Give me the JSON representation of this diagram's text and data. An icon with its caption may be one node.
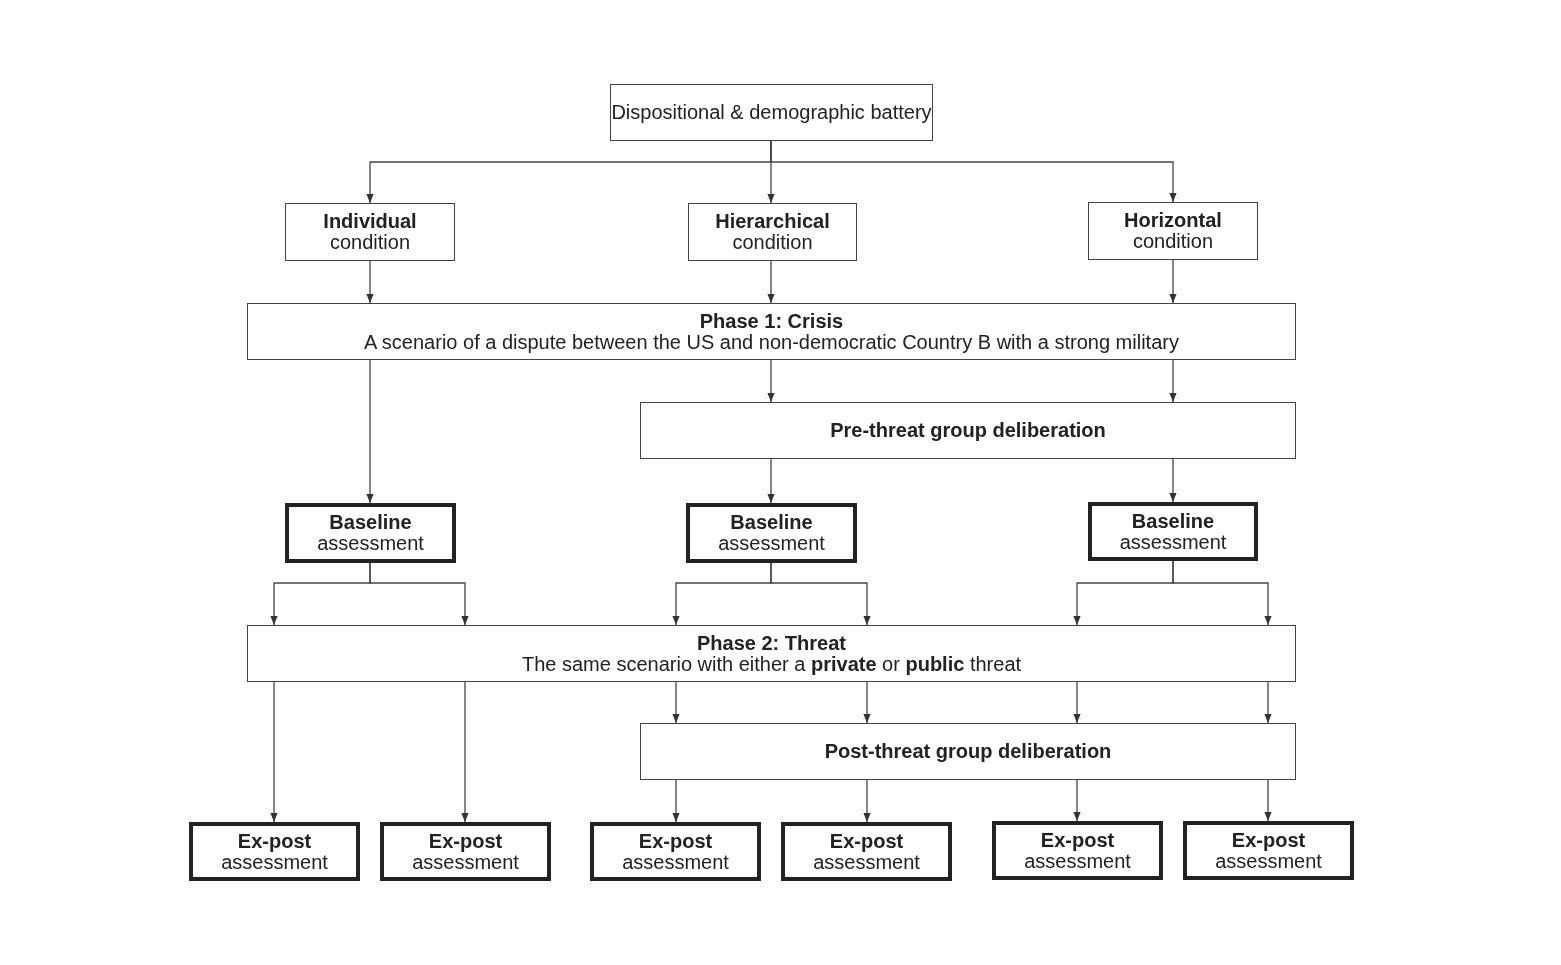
{
  "diagram": {
    "nodes": [
      {
        "text": [
          "Dispositional & demographic battery"
        ]
      },
      {
        "text": [
          "Individual",
          "condition"
        ]
      },
      {
        "text": [
          "Hierarchical",
          "condition"
        ]
      },
      {
        "text": [
          "Horizontal",
          "condition"
        ]
      },
      {
        "text": [
          "Phase 1: Crisis",
          "A scenario of a dispute between the US and non-democratic Country B with a strong military"
        ]
      },
      {
        "text": [
          "Pre-threat group deliberation"
        ]
      },
      {
        "text": [
          "Baseline",
          "assessment"
        ]
      },
      {
        "text": [
          "Baseline",
          "assessment"
        ]
      },
      {
        "text": [
          "Baseline",
          "assessment"
        ]
      },
      {
        "text": [
          "Phase 2: Threat",
          "The same scenario with either a **private** or **public** threat"
        ]
      },
      {
        "text": [
          "Post-threat group deliberation"
        ]
      },
      {
        "text": [
          "Ex-post",
          "assessment"
        ]
      },
      {
        "text": [
          "Ex-post",
          "assessment"
        ]
      },
      {
        "text": [
          "Ex-post",
          "assessment"
        ]
      },
      {
        "text": [
          "Ex-post",
          "assessment"
        ]
      },
      {
        "text": [
          "Ex-post",
          "assessment"
        ]
      },
      {
        "text": [
          "Ex-post",
          "assessment"
        ]
      }
    ],
    "edges": [
      {
        "from": 0,
        "to": 1,
        "arrow": "to"
      },
      {
        "from": 0,
        "to": 2,
        "arrow": "to"
      },
      {
        "from": 0,
        "to": 3,
        "arrow": "to"
      },
      {
        "from": 1,
        "to": 4,
        "arrow": "to"
      },
      {
        "from": 2,
        "to": 4,
        "arrow": "to"
      },
      {
        "from": 3,
        "to": 4,
        "arrow": "to"
      },
      {
        "from": 4,
        "to": 6,
        "arrow": "to"
      },
      {
        "from": 4,
        "to": 5,
        "arrow": "to"
      },
      {
        "from": 4,
        "to": 5,
        "arrow": "to"
      },
      {
        "from": 5,
        "to": 7,
        "arrow": "to"
      },
      {
        "from": 5,
        "to": 8,
        "arrow": "to"
      },
      {
        "from": 6,
        "to": 9,
        "arrow": "to"
      },
      {
        "from": 6,
        "to": 9,
        "arrow": "to"
      },
      {
        "from": 7,
        "to": 9,
        "arrow": "to"
      },
      {
        "from": 7,
        "to": 9,
        "arrow": "to"
      },
      {
        "from": 8,
        "to": 9,
        "arrow": "to"
      },
      {
        "from": 8,
        "to": 9,
        "arrow": "to"
      },
      {
        "from": 9,
        "to": 11,
        "arrow": "to"
      },
      {
        "from": 9,
        "to": 12,
        "arrow": "to"
      },
      {
        "from": 9,
        "to": 10,
        "arrow": "to"
      },
      {
        "from": 9,
        "to": 10,
        "arrow": "to"
      },
      {
        "from": 9,
        "to": 10,
        "arrow": "to"
      },
      {
        "from": 9,
        "to": 10,
        "arrow": "to"
      },
      {
        "from": 10,
        "to": 13,
        "arrow": "to"
      },
      {
        "from": 10,
        "to": 14,
        "arrow": "to"
      },
      {
        "from": 10,
        "to": 15,
        "arrow": "to"
      },
      {
        "from": 10,
        "to": 16,
        "arrow": "to"
      }
    ]
  }
}
